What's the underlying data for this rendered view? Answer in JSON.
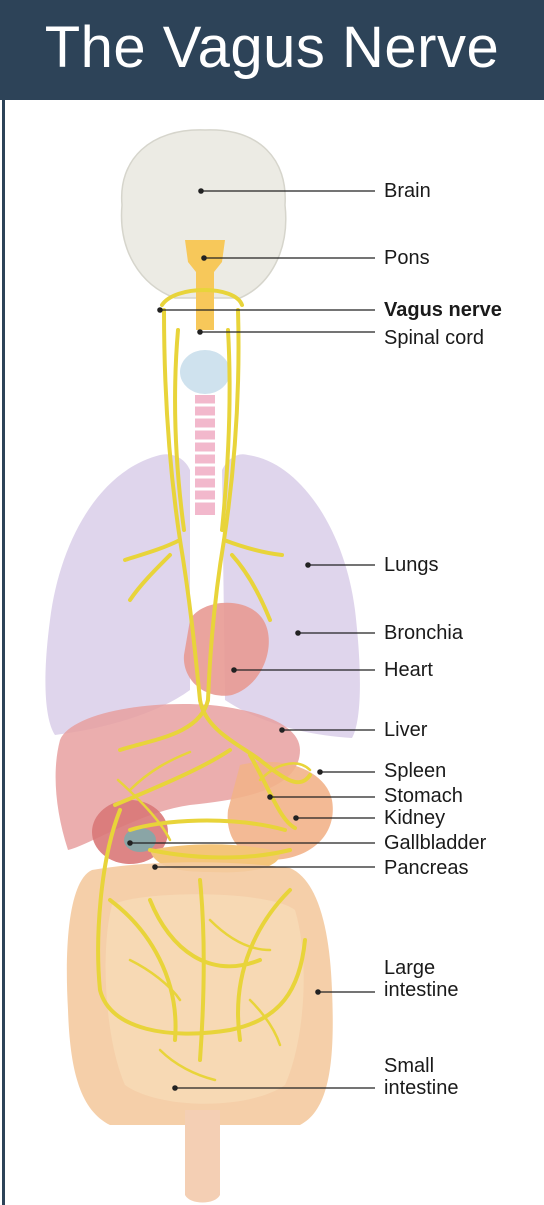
{
  "title": "The Vagus Nerve",
  "labels": {
    "brain": "Brain",
    "pons": "Pons",
    "vagus_nerve": "Vagus nerve",
    "spinal_cord": "Spinal cord",
    "lungs": "Lungs",
    "bronchia": "Bronchia",
    "heart": "Heart",
    "liver": "Liver",
    "spleen": "Spleen",
    "stomach": "Stomach",
    "kidney": "Kidney",
    "gallbladder": "Gallbladder",
    "pancreas": "Pancreas",
    "large_intestine": "Large\nintestine",
    "small_intestine": "Small\nintestine"
  },
  "colors": {
    "header": "#2d4358",
    "nerve": "#e8d43a",
    "brain": "#ecebe4",
    "lungs": "#dcd0ea",
    "heart": "#e89a94",
    "liver": "#e8a0a0",
    "intestine": "#f4caa0",
    "leader_line": "#222222"
  }
}
